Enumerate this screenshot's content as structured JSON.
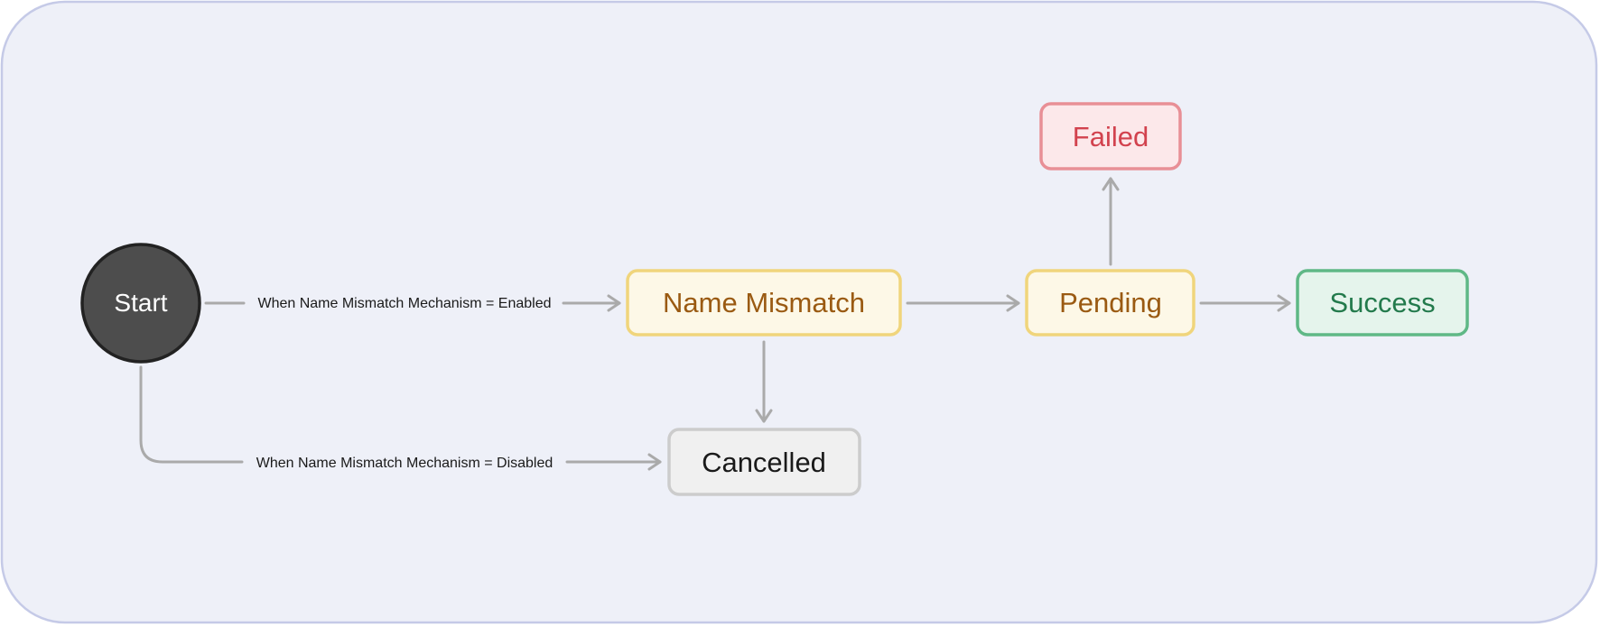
{
  "diagram": {
    "nodes": {
      "start": {
        "label": "Start",
        "fill": "#4d4d4d",
        "stroke": "#222222",
        "text_color": "#ffffff"
      },
      "name_mismatch": {
        "label": "Name Mismatch",
        "fill": "#fdf8e7",
        "stroke": "#f0d57c",
        "text_color": "#9a5a12"
      },
      "pending": {
        "label": "Pending",
        "fill": "#fdf8e7",
        "stroke": "#f0d57c",
        "text_color": "#9a5a12"
      },
      "failed": {
        "label": "Failed",
        "fill": "#fce8ea",
        "stroke": "#e88f96",
        "text_color": "#d2424e"
      },
      "success": {
        "label": "Success",
        "fill": "#e5f4ec",
        "stroke": "#5fb886",
        "text_color": "#237a4c"
      },
      "cancelled": {
        "label": "Cancelled",
        "fill": "#f0f0f0",
        "stroke": "#cccccc",
        "text_color": "#1a1a1a"
      }
    },
    "edges": {
      "enabled": {
        "label": "When Name Mismatch Mechanism = Enabled"
      },
      "disabled": {
        "label": "When Name Mismatch Mechanism = Disabled"
      }
    },
    "colors": {
      "background": "#eef0f8",
      "frame_border": "#c5cae7",
      "connector": "#aaaaaa"
    }
  }
}
